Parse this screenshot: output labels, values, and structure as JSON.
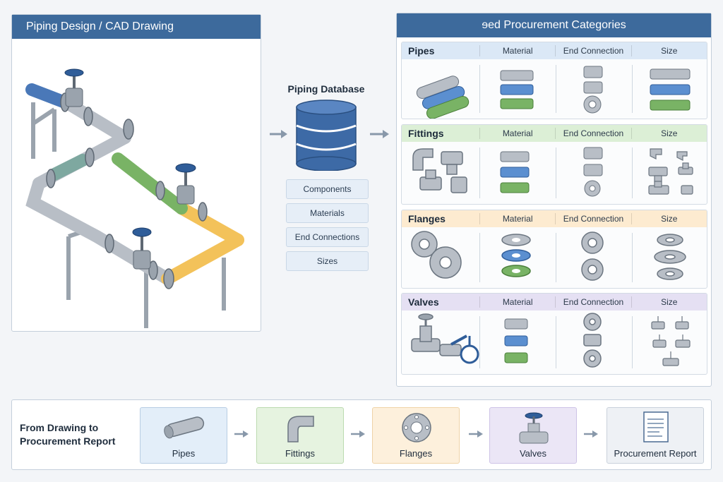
{
  "cad_panel": {
    "title": "Piping Design / CAD Drawing"
  },
  "database": {
    "title": "Piping Database",
    "items": [
      "Components",
      "Materials",
      "End Connections",
      "Sizes"
    ]
  },
  "procurement": {
    "title": "ɘed Procurement Categories",
    "columns": [
      "Material",
      "End Connection",
      "Size"
    ],
    "categories": [
      {
        "name": "Pipes",
        "color": "#dbe8f6"
      },
      {
        "name": "Fittings",
        "color": "#dcefd6"
      },
      {
        "name": "Flanges",
        "color": "#fdebd0"
      },
      {
        "name": "Valves",
        "color": "#e5e0f3"
      }
    ]
  },
  "flow": {
    "title_line1": "From Drawing to",
    "title_line2": "Procurement Report",
    "steps": [
      "Pipes",
      "Fittings",
      "Flanges",
      "Valves",
      "Procurement Report"
    ]
  },
  "colors": {
    "header_blue": "#3d6a9c",
    "pipe_gray": "#b8bec6",
    "pipe_blue": "#5b8fd0",
    "pipe_green": "#79b365",
    "pipe_yellow": "#f3c25a"
  }
}
